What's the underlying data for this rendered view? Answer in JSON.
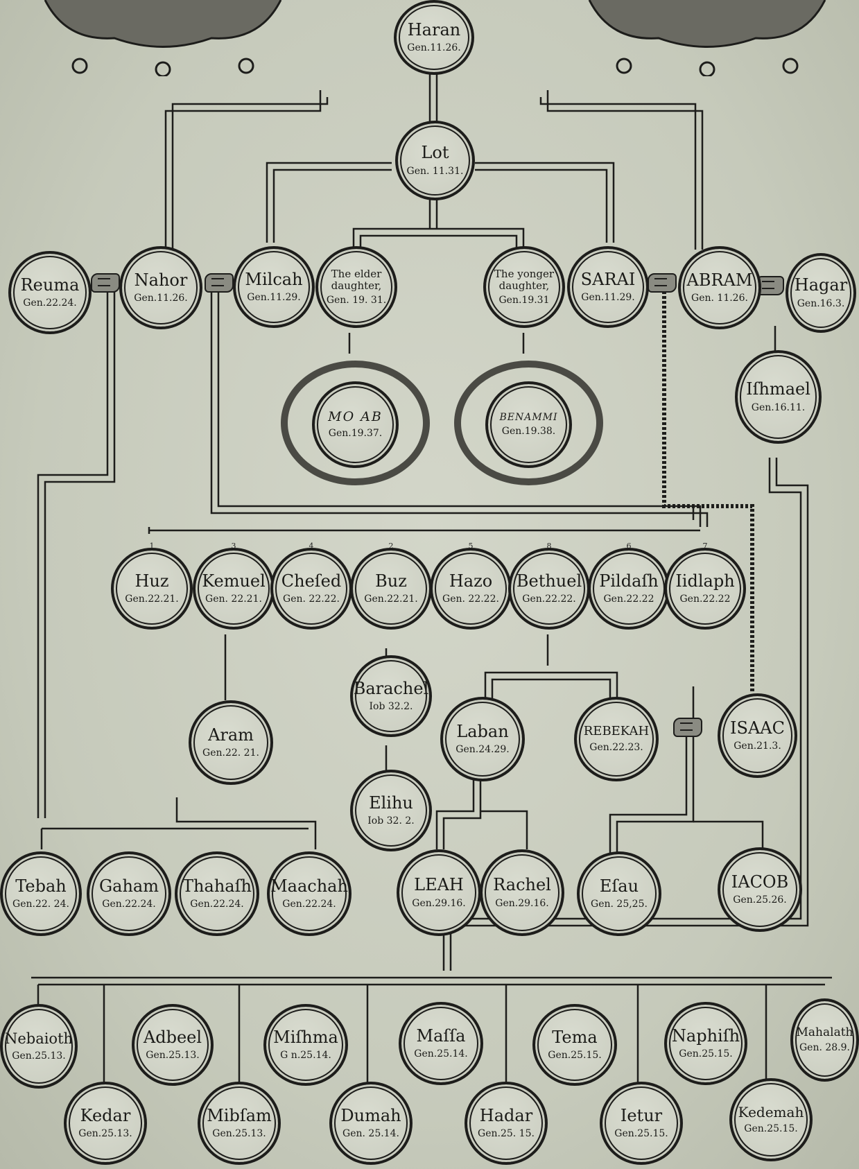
{
  "nodes": {
    "haran": {
      "name": "Haran",
      "ref": "Gen.11.26."
    },
    "lot": {
      "name": "Lot",
      "ref": "Gen. 11.31."
    },
    "reuma": {
      "name": "Reuma",
      "ref": "Gen.22.24."
    },
    "nahor": {
      "name": "Nahor",
      "ref": "Gen.11.26."
    },
    "milcah": {
      "name": "Milcah",
      "ref": "Gen.11.29."
    },
    "elder": {
      "name": "The elder daughter,",
      "ref": "Gen. 19. 31."
    },
    "younger": {
      "name": "The yonger daughter,",
      "ref": "Gen.19.31"
    },
    "sarai": {
      "name": "SARAI",
      "ref": "Gen.11.29."
    },
    "abram": {
      "name": "ABRAM",
      "ref": "Gen. 11.26."
    },
    "hagar": {
      "name": "Hagar",
      "ref": "Gen.16.3."
    },
    "ishmael": {
      "name": "Iſhmael",
      "ref": "Gen.16.11."
    },
    "moab": {
      "name": "MO AB",
      "ref": "Gen.19.37."
    },
    "benammi": {
      "name": "BENAMMI",
      "ref": "Gen.19.38."
    },
    "huz": {
      "name": "Huz",
      "ref": "Gen.22.21.",
      "num": "1"
    },
    "kemuel": {
      "name": "Kemuel",
      "ref": "Gen. 22.21.",
      "num": "3"
    },
    "chesed": {
      "name": "Cheſed",
      "ref": "Gen. 22.22.",
      "num": "4"
    },
    "buz": {
      "name": "Buz",
      "ref": "Gen.22.21.",
      "num": "2"
    },
    "hazo": {
      "name": "Hazo",
      "ref": "Gen. 22.22.",
      "num": "5"
    },
    "bethuel": {
      "name": "Bethuel",
      "ref": "Gen.22.22.",
      "num": "8"
    },
    "pildash": {
      "name": "Pildaſh",
      "ref": "Gen.22.22",
      "num": "6"
    },
    "iidlaph": {
      "name": "Iidlaph",
      "ref": "Gen.22.22",
      "num": "7"
    },
    "barachel": {
      "name": "Barachel",
      "ref": "Iob 32.2."
    },
    "aram": {
      "name": "Aram",
      "ref": "Gen.22. 21."
    },
    "elihu": {
      "name": "Elihu",
      "ref": "Iob 32. 2."
    },
    "laban": {
      "name": "Laban",
      "ref": "Gen.24.29."
    },
    "rebekah": {
      "name": "REBEKAH",
      "ref": "Gen.22.23."
    },
    "isaac": {
      "name": "ISAAC",
      "ref": "Gen.21.3."
    },
    "tebah": {
      "name": "Tebah",
      "ref": "Gen.22. 24."
    },
    "gaham": {
      "name": "Gaham",
      "ref": "Gen.22.24."
    },
    "thahash": {
      "name": "Thahaſh",
      "ref": "Gen.22.24."
    },
    "maachah": {
      "name": "Maachah",
      "ref": "Gen.22.24."
    },
    "leah": {
      "name": "LEAH",
      "ref": "Gen.29.16."
    },
    "rachel": {
      "name": "Rachel",
      "ref": "Gen.29.16."
    },
    "esau": {
      "name": "Eſau",
      "ref": "Gen. 25,25."
    },
    "iacob": {
      "name": "IACOB",
      "ref": "Gen.25.26."
    },
    "nebaioth": {
      "name": "Nebaioth",
      "ref": "Gen.25.13."
    },
    "adbeel": {
      "name": "Adbeel",
      "ref": "Gen.25.13."
    },
    "mishma": {
      "name": "Miſhma",
      "ref": "G n.25.14."
    },
    "massa": {
      "name": "Maſſa",
      "ref": "Gen.25.14."
    },
    "tema": {
      "name": "Tema",
      "ref": "Gen.25.15."
    },
    "naphish": {
      "name": "Naphiſh",
      "ref": "Gen.25.15."
    },
    "mahalath": {
      "name": "Mahalath",
      "ref": "Gen. 28.9."
    },
    "kedar": {
      "name": "Kedar",
      "ref": "Gen.25.13."
    },
    "mibsam": {
      "name": "Mibſam",
      "ref": "Gen.25.13."
    },
    "dumah": {
      "name": "Dumah",
      "ref": "Gen. 25.14."
    },
    "hadar": {
      "name": "Hadar",
      "ref": "Gen.25. 15."
    },
    "ietur": {
      "name": "Ietur",
      "ref": "Gen.25.15."
    },
    "kedemah": {
      "name": "Kedemah",
      "ref": "Gen.25.15."
    }
  }
}
